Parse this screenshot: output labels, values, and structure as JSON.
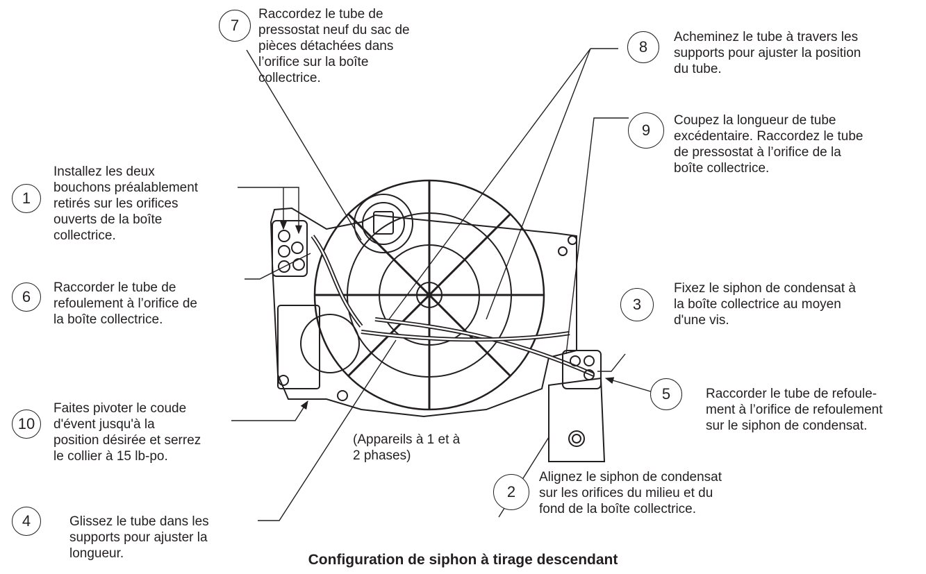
{
  "caption": "Configuration de siphon à tirage descendant",
  "note": [
    "(Appareils à 1 et à",
    "2 phases)"
  ],
  "callouts": {
    "c1": {
      "num": "1",
      "lines": [
        "Installez les deux",
        "bouchons préalablement",
        "retirés sur les orifices",
        "ouverts de la boîte",
        "collectrice."
      ]
    },
    "c2": {
      "num": "2",
      "lines": [
        "Alignez le siphon de condensat",
        "sur les orifices du milieu et du",
        "fond de la boîte collectrice."
      ]
    },
    "c3": {
      "num": "3",
      "lines": [
        "Fixez le siphon de condensat à",
        "la boîte collectrice au moyen",
        "d'une vis."
      ]
    },
    "c4": {
      "num": "4",
      "lines": [
        "Glissez le tube dans les",
        "supports pour ajuster la",
        "longueur."
      ]
    },
    "c5": {
      "num": "5",
      "lines": [
        "Raccorder le tube de refoule-",
        "ment à l’orifice de refoulement",
        "sur le siphon de condensat."
      ]
    },
    "c6": {
      "num": "6",
      "lines": [
        "Raccorder le tube de",
        "refoulement à l’orifice de",
        "la boîte collectrice."
      ]
    },
    "c7": {
      "num": "7",
      "lines": [
        "Raccordez le tube de",
        "pressostat neuf du sac de",
        "pièces détachées dans",
        "l’orifice sur la boîte",
        "collectrice."
      ]
    },
    "c8": {
      "num": "8",
      "lines": [
        "Acheminez le tube à travers les",
        "supports pour ajuster la position",
        "du tube."
      ]
    },
    "c9": {
      "num": "9",
      "lines": [
        "Coupez la longueur de tube",
        "excédentaire. Raccordez le tube",
        "de pressostat à l’orifice de la",
        "boîte collectrice."
      ]
    },
    "c10": {
      "num": "10",
      "lines": [
        "Faites pivoter le coude",
        "d'évent jusqu'à la",
        "position désirée et serrez",
        "le collier à 15 lb-po."
      ]
    }
  }
}
